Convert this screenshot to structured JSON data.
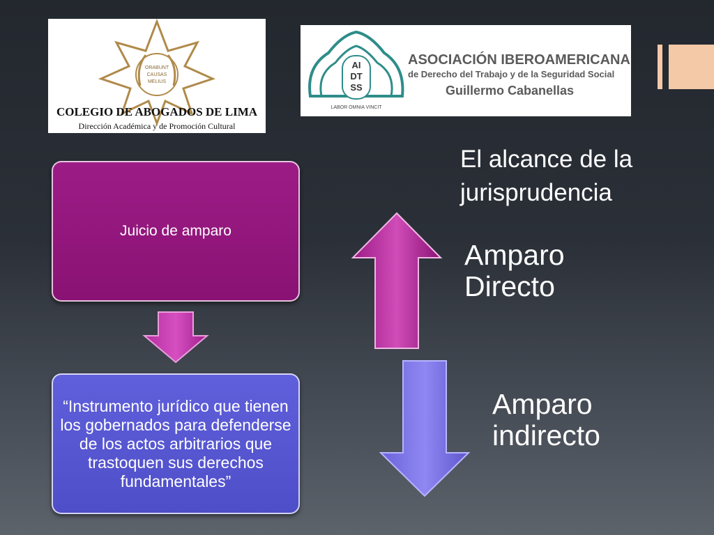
{
  "logos": {
    "left": {
      "motto_line1": "ORABUNT",
      "motto_line2": "CAUSAS",
      "motto_line3": "MELIUS",
      "name": "COLEGIO DE ABOGADOS DE LIMA",
      "subtitle": "Dirección  Académica y de Promoción Cultural"
    },
    "right": {
      "emblem_line1": "AI",
      "emblem_line2": "DT",
      "emblem_line3": "SS",
      "motto": "LABOR OMNIA VINCIT",
      "name": "ASOCIACIÓN IBEROAMERICANA",
      "subtitle": "de Derecho del Trabajo y de la Seguridad Social",
      "person": "Guillermo Cabanellas"
    }
  },
  "diagram": {
    "top_box": "Juicio de amparo",
    "bottom_box": "“Instrumento jurídico que tienen los gobernados para defenderse de los actos arbitrarios que trastoquen sus derechos fundamentales”",
    "title": "El alcance de la jurisprudencia",
    "label_direct": "Amparo Directo",
    "label_indirect": "Amparo indirecto"
  },
  "colors": {
    "magenta": "#9c1c86",
    "violet": "#5a5ad6",
    "arrow_down_violet": "#7b72e8",
    "gold": "#b08a4a",
    "teal": "#2e8d8a",
    "grey_text": "#5a5a5a"
  }
}
